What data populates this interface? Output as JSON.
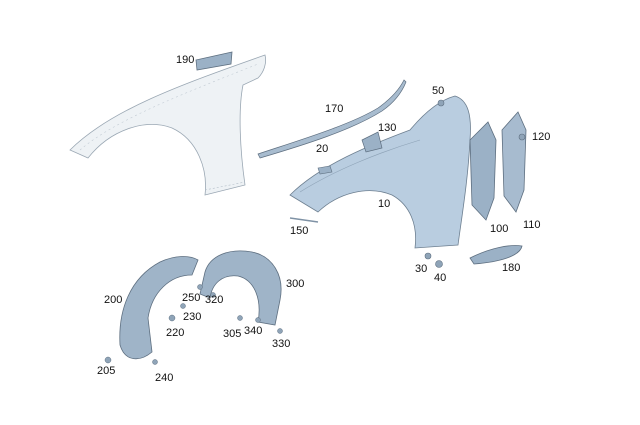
{
  "labels": {
    "p10": "10",
    "p20": "20",
    "p30": "30",
    "p40": "40",
    "p50": "50",
    "p100": "100",
    "p110": "110",
    "p120": "120",
    "p130": "130",
    "p150": "150",
    "p170": "170",
    "p180": "180",
    "p190": "190",
    "p200": "200",
    "p205": "205",
    "p220": "220",
    "p230": "230",
    "p240": "240",
    "p250": "250",
    "p300": "300",
    "p305": "305",
    "p320": "320",
    "p330": "330",
    "p340": "340"
  },
  "colors": {
    "fender": "#b9cde0",
    "fender_light": "#e8edf2",
    "liner": "#9fb4c8",
    "outline": "#6d7f90"
  }
}
